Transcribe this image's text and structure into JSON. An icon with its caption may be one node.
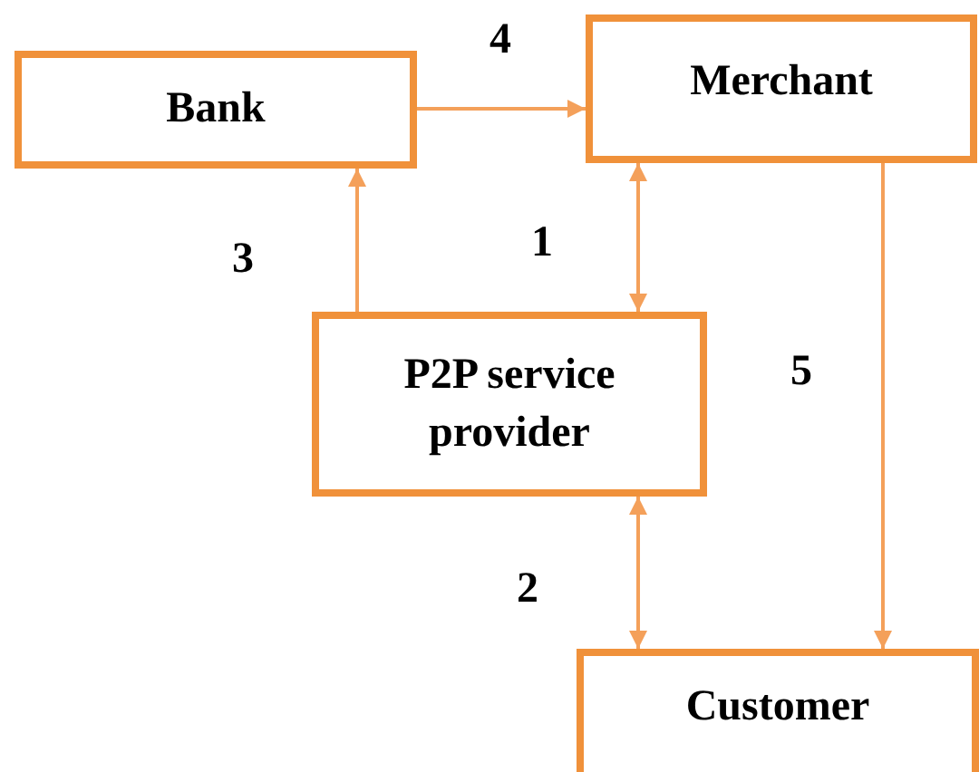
{
  "diagram": {
    "nodes": [
      {
        "text": [
          "Bank"
        ]
      },
      {
        "text": [
          "Merchant"
        ]
      },
      {
        "text": [
          "P2P service provider"
        ]
      },
      {
        "text": [
          "Customer"
        ]
      }
    ],
    "edges": [
      {
        "from": 2,
        "to": 1,
        "arrow": "both",
        "label": "1"
      },
      {
        "from": 2,
        "to": 3,
        "arrow": "both",
        "label": "2"
      },
      {
        "from": 2,
        "to": 0,
        "arrow": "to",
        "label": "3"
      },
      {
        "from": 0,
        "to": 1,
        "arrow": "to",
        "label": "4"
      },
      {
        "from": 1,
        "to": 3,
        "arrow": "to",
        "label": "5"
      }
    ]
  }
}
